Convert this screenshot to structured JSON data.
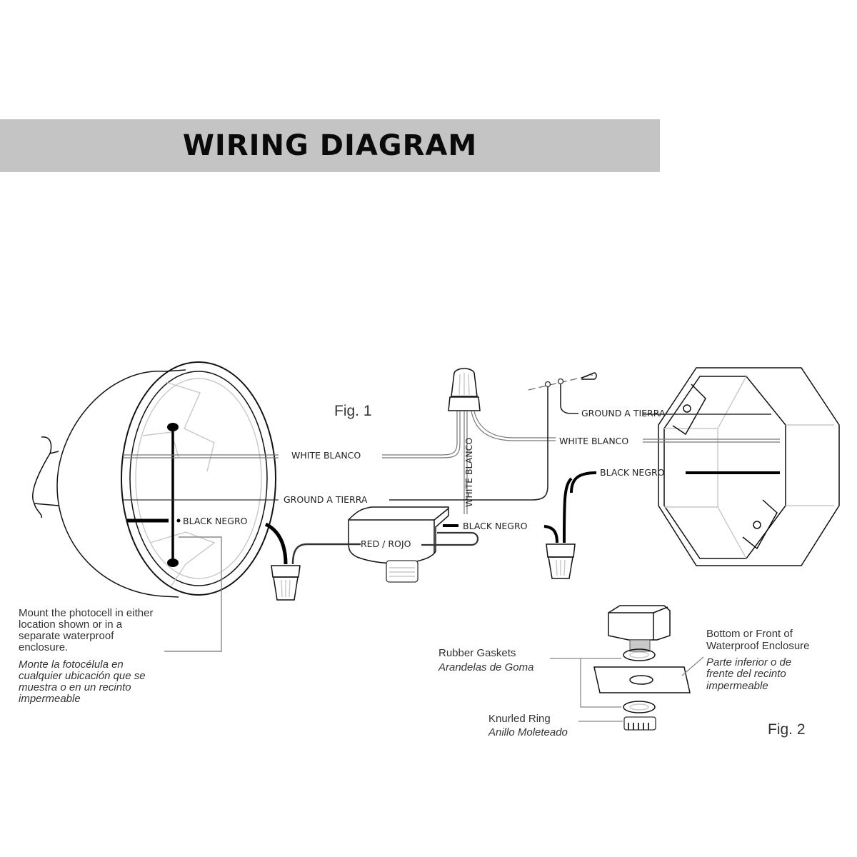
{
  "header": {
    "title": "WIRING DIAGRAM",
    "band_color": "#c4c4c4"
  },
  "figure1": {
    "label": "Fig. 1",
    "fixture_labels": {
      "white": "WHITE BLANCO",
      "ground": "GROUND A TIERRA",
      "black": "BLACK NEGRO"
    },
    "photocell_labels": {
      "white_vertical": "WHITE BLANCO",
      "black": "BLACK NEGRO",
      "red": "RED / ROJO"
    },
    "junction_box_labels": {
      "ground": "GROUND A TIERRA",
      "white": "WHITE BLANCO",
      "black": "BLACK NEGRO"
    },
    "note_en": [
      "Mount the photocell in either",
      "location shown or in a",
      "separate waterproof",
      "enclosure."
    ],
    "note_es": [
      "Monte la fotocélula en",
      "cualquier ubicación que se",
      "muestra o en un recinto",
      "impermeable"
    ]
  },
  "figure2": {
    "label": "Fig. 2",
    "gaskets_en": "Rubber Gaskets",
    "gaskets_es": "Arandelas de Goma",
    "ring_en": "Knurled Ring",
    "ring_es": "Anillo Moleteado",
    "enclosure_en": [
      "Bottom or Front of",
      "Waterproof Enclosure"
    ],
    "enclosure_es": [
      "Parte inferior o de",
      "frente del recinto",
      "impermeable"
    ]
  }
}
